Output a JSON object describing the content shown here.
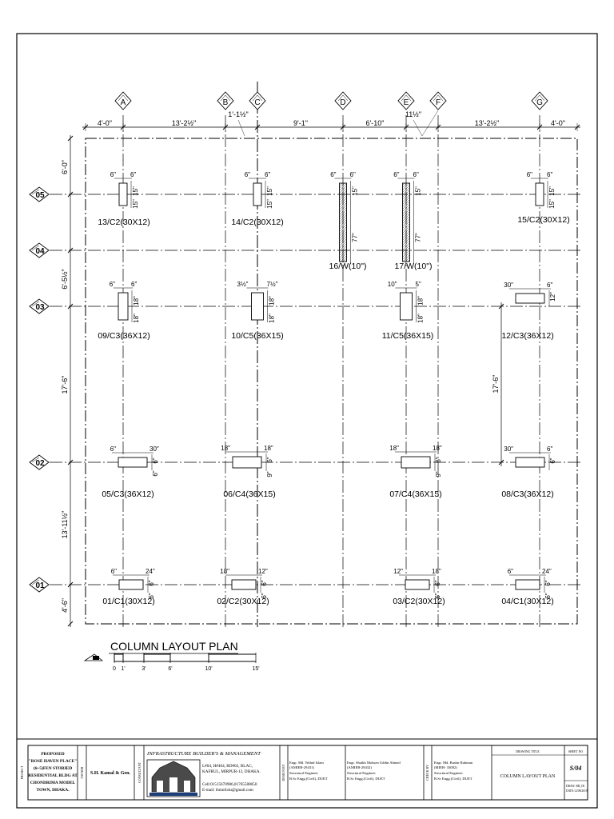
{
  "grid": {
    "columns": [
      {
        "id": "A"
      },
      {
        "id": "B"
      },
      {
        "id": "C"
      },
      {
        "id": "D"
      },
      {
        "id": "E"
      },
      {
        "id": "F"
      },
      {
        "id": "G"
      }
    ],
    "rows": [
      {
        "id": "05"
      },
      {
        "id": "04"
      },
      {
        "id": "03"
      },
      {
        "id": "02"
      },
      {
        "id": "01"
      }
    ],
    "top_dims": [
      "4'-0\"",
      "13'-2½\"",
      "1'-1½\"",
      "9'-1\"",
      "6'-10\"",
      "11½\"",
      "13'-2½\"",
      "4'-0\""
    ],
    "left_dims": [
      "6'-0\"",
      "6'-5½\"",
      "17'-6\"",
      "13'-11½\"",
      "4'-6\""
    ],
    "inner_dim": "17'-6\""
  },
  "columns": [
    {
      "label": "13/C2(30X12)",
      "d1": "6\"",
      "d2": "6\"",
      "d3": "15\"",
      "d4": "15\""
    },
    {
      "label": "14/C2(30X12)",
      "d1": "6\"",
      "d2": "6\"",
      "d3": "15\"",
      "d4": "15\""
    },
    {
      "label": "16/W(10\")",
      "d1": "6\"",
      "d2": "6\"",
      "d3": "15\"",
      "d4": "77\""
    },
    {
      "label": "17/W(10\")",
      "d1": "6\"",
      "d2": "6\"",
      "d3": "15\"",
      "d4": "77\""
    },
    {
      "label": "15/C2(30X12)",
      "d1": "6\"",
      "d2": "6\"",
      "d3": "15\"",
      "d4": "15\""
    },
    {
      "label": "09/C3(36X12)",
      "d1": "6\"",
      "d2": "6\"",
      "d3": "18\"",
      "d4": "18\""
    },
    {
      "label": "10/C5(36X15)",
      "d1": "3½\"",
      "d2": "7½\"",
      "d3": "18\"",
      "d4": "18\""
    },
    {
      "label": "11/C5(36X15)",
      "d1": "10\"",
      "d2": "5\"",
      "d3": "18\"",
      "d4": "18\""
    },
    {
      "label": "12/C3(36X12)",
      "d1": "30\"",
      "d2": "6\"",
      "d3": "12\"",
      "d4": ""
    },
    {
      "label": "05/C3(36X12)",
      "d1": "6\"",
      "d2": "30\"",
      "d3": "6\"",
      "d4": "6\""
    },
    {
      "label": "06/C4(36X15)",
      "d1": "18\"",
      "d2": "18\"",
      "d3": "6\"",
      "d4": "9\""
    },
    {
      "label": "07/C4(36X15)",
      "d1": "18\"",
      "d2": "18\"",
      "d3": "6\"",
      "d4": "9\""
    },
    {
      "label": "08/C3(36X12)",
      "d1": "30\"",
      "d2": "6\"",
      "d3": "6\"",
      "d4": ""
    },
    {
      "label": "01/C1(30X12)",
      "d1": "6\"",
      "d2": "24\"",
      "d3": "6\"",
      "d4": "6\""
    },
    {
      "label": "02/C2(30X12)",
      "d1": "18\"",
      "d2": "12\"",
      "d3": "6\"",
      "d4": "6\""
    },
    {
      "label": "03/C2(30X12)",
      "d1": "12\"",
      "d2": "18\"",
      "d3": "6\"",
      "d4": "6\""
    },
    {
      "label": "04/C1(30X12)",
      "d1": "6\"",
      "d2": "24\"",
      "d3": "6\"",
      "d4": "6\""
    }
  ],
  "plan_title": "COLUMN LAYOUT PLAN",
  "scale_labels": [
    "0",
    "1'",
    "3'",
    "6'",
    "10'",
    "15'"
  ],
  "title_block": {
    "project_tag": "PROJECT",
    "project": [
      "PROPOSED",
      "\"ROSE HAVEN PLACE\"",
      "(6+5)FEN STORIED",
      "RESIDENTIAL BLDG AT",
      "CHONDRIMA MODEL",
      "TOWN, DHAKA."
    ],
    "owner_tag": "OWNER",
    "owner": "S.H. Kamal & Gen.",
    "consultant_tag": "CONSULTANT",
    "firm": "INFRASTRUCTURE BUILDER'S & MANAGEMENT",
    "address": [
      "L#04, H#404, RD#02, BLAC,",
      "KAFRUL, MIRPUR-13, DHAKA."
    ],
    "contact": [
      "Cell:01515670986,01765588050",
      "E-mail: ibmnfo4u@gmail.com"
    ],
    "design_tag": "DESIGN BY",
    "designers": [
      {
        "name": "Engr. Md. Wahid Islam",
        "id": "(AMIEB-29431)",
        "title": "Structural Engineer",
        "degree": "B.Sc Engg.(Civil), DUET"
      },
      {
        "name": "Engr. Shaikh Mohsen Uddin Ahmed",
        "id": "(AMIEB-29432)",
        "title": "Structural Engineer",
        "degree": "B.Sc Engg.(Civil), DUET"
      }
    ],
    "check_tag": "CHECK BY",
    "checker": {
      "name": "Engr. Md. Bashir Rahman",
      "id": "(MIEB- 33082)",
      "title": "Structural Engineer",
      "degree": "B.Sc Engg.(Civil), DUET"
    },
    "drawing_title_tag": "DRAWING TITLE",
    "drawing_title": "COLUMN LAYOUT PLAN",
    "sheet_tag": "SHEET NO",
    "sheet_no": "S/04",
    "meta": [
      "DRAW: RH_IB",
      "DATE:12/08/2019"
    ]
  }
}
